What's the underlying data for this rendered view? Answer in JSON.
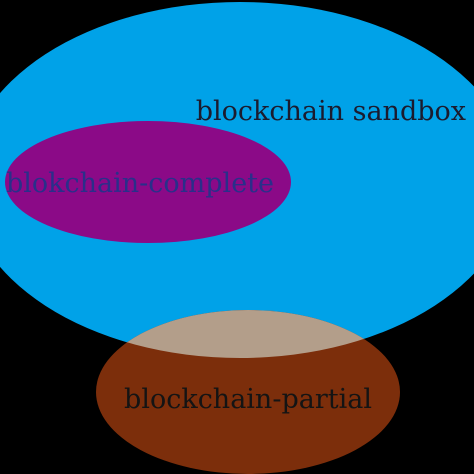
{
  "diagram": {
    "background_color": "#000000",
    "sets": {
      "sandbox": {
        "label": "blockchain sandbox",
        "color": "#00a2e8",
        "label_color": "#1b1b2e"
      },
      "complete": {
        "label": "blokchain-complete",
        "color": "#8b0a87",
        "label_color": "#2a2f8a"
      },
      "partial": {
        "label": "blockchain-partial",
        "color": "#7c2e0b",
        "overlap_color": "#b39e8a",
        "label_color": "#141414"
      }
    }
  }
}
